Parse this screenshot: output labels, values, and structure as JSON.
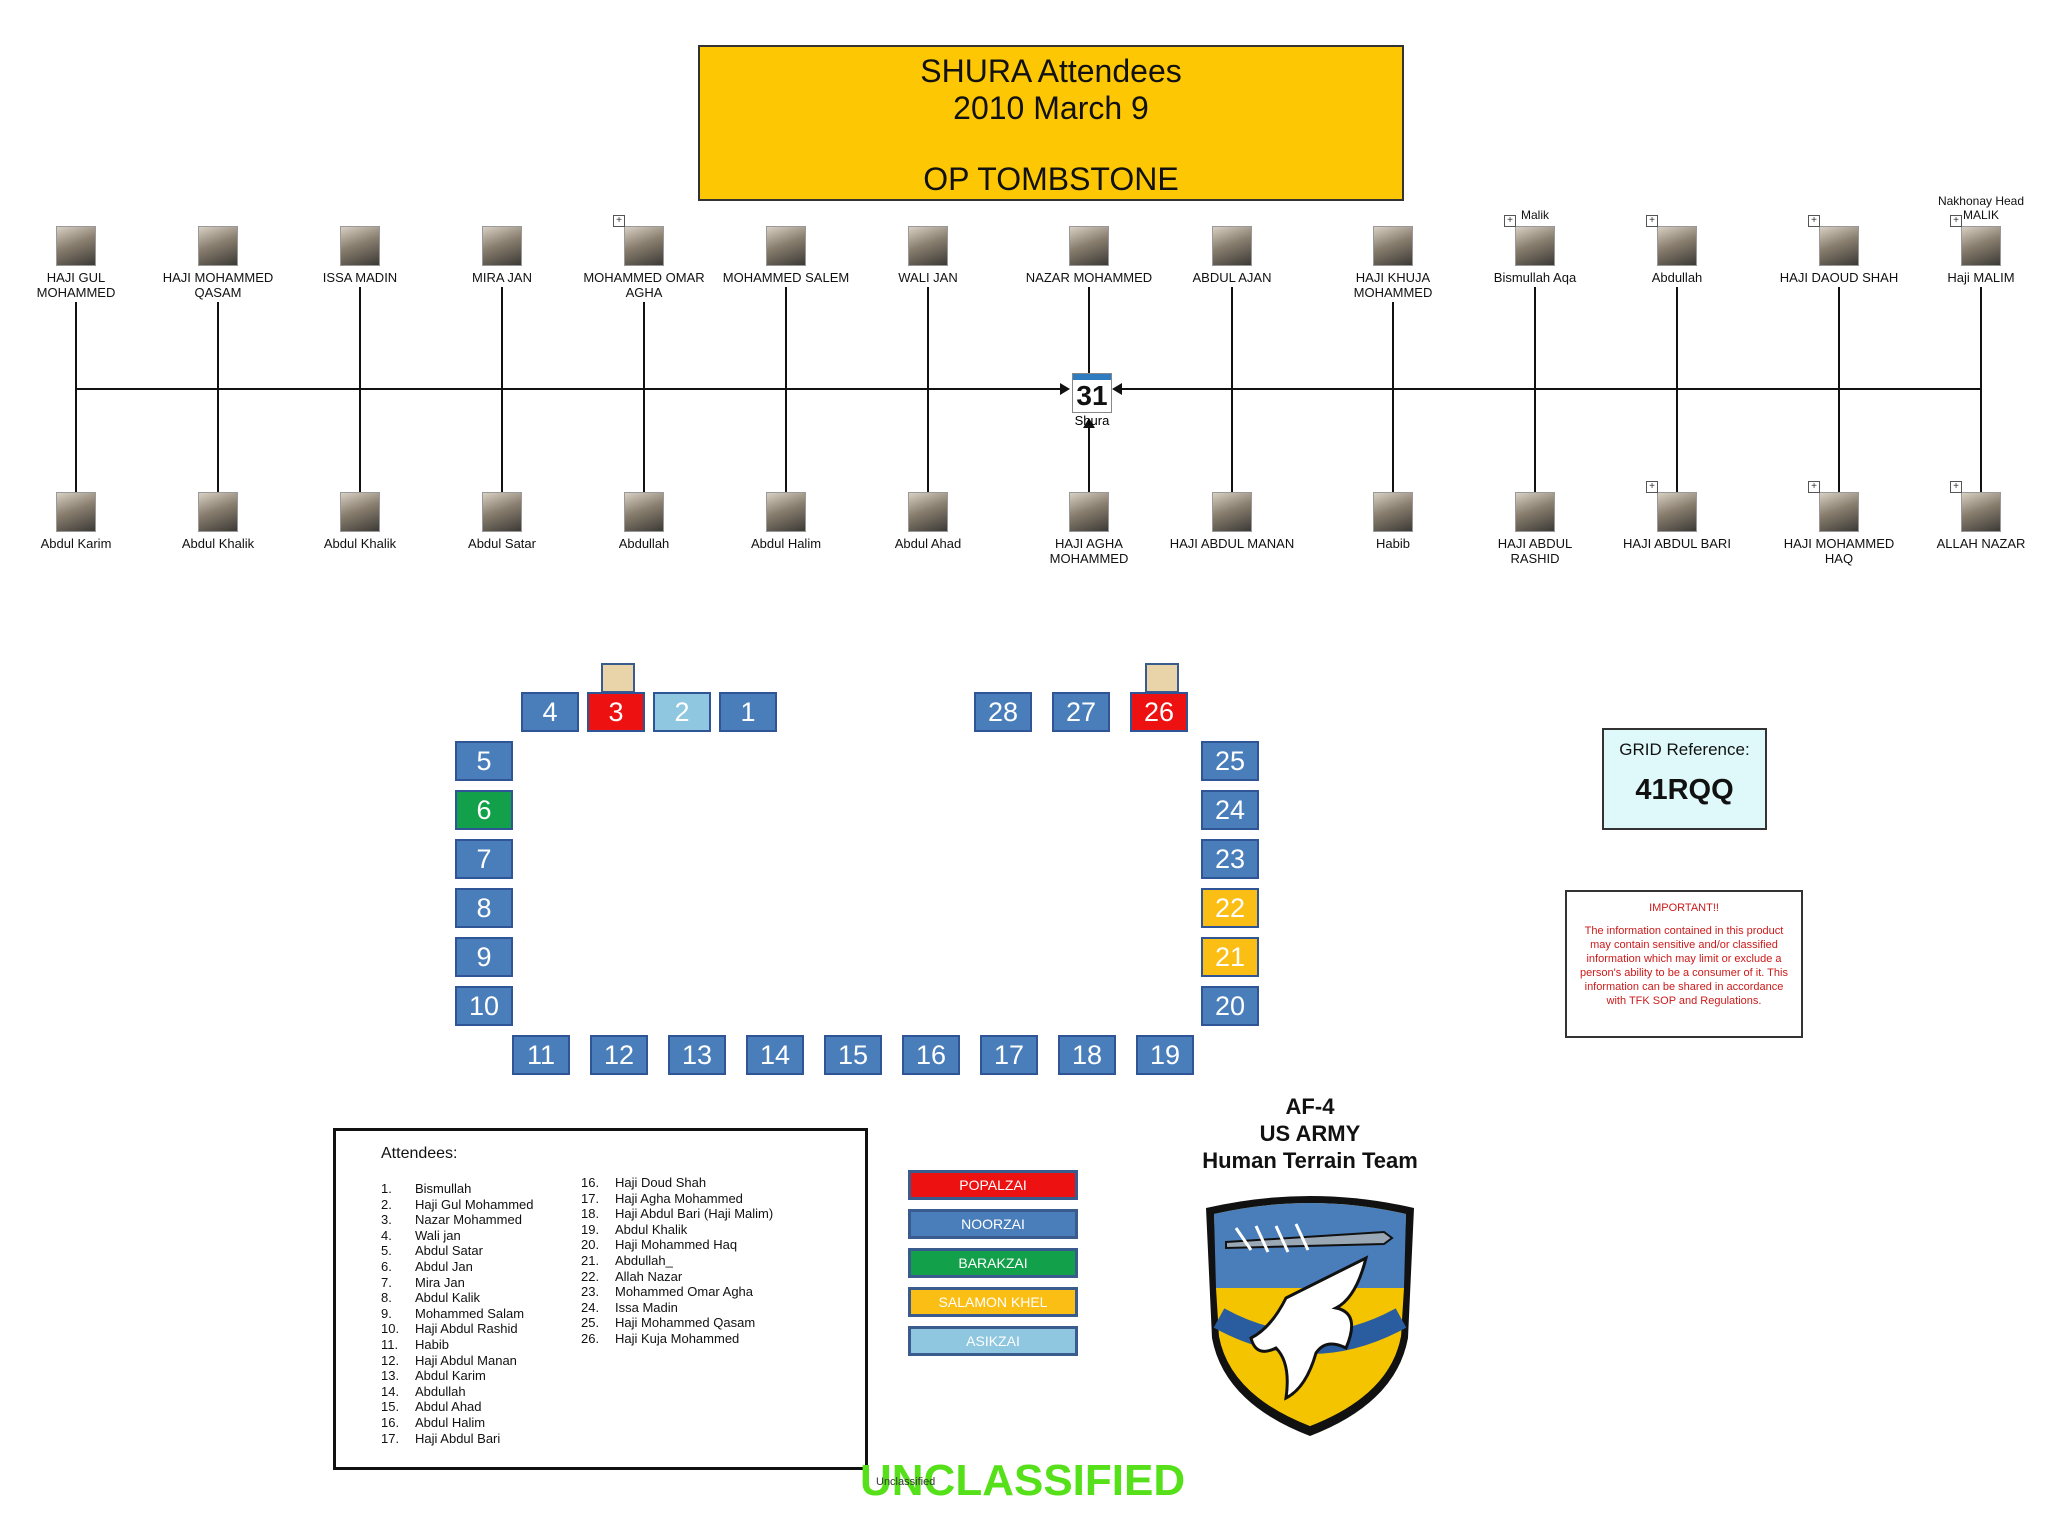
{
  "title": {
    "line1": "SHURA Attendees",
    "line2": "2010 March 9",
    "line3": "OP TOMBSTONE"
  },
  "shura": {
    "number": "31",
    "label": "Shura"
  },
  "top_nodes": [
    {
      "name": "HAJI GUL\nMOHAMMED",
      "role": "",
      "plus": false
    },
    {
      "name": "HAJI MOHAMMED\nQASAM",
      "role": "",
      "plus": false
    },
    {
      "name": "ISSA MADIN",
      "role": "",
      "plus": false
    },
    {
      "name": "MIRA JAN",
      "role": "",
      "plus": false
    },
    {
      "name": "MOHAMMED OMAR\nAGHA",
      "role": "",
      "plus": true
    },
    {
      "name": "MOHAMMED SALEM",
      "role": "",
      "plus": false
    },
    {
      "name": "WALI JAN",
      "role": "",
      "plus": false
    },
    {
      "name": "NAZAR MOHAMMED",
      "role": "",
      "plus": false
    },
    {
      "name": "ABDUL AJAN",
      "role": "",
      "plus": false
    },
    {
      "name": "HAJI KHUJA\nMOHAMMED",
      "role": "",
      "plus": false
    },
    {
      "name": "Bismullah Aqa",
      "role": "Malik",
      "plus": true
    },
    {
      "name": "Abdullah",
      "role": "",
      "plus": true
    },
    {
      "name": "HAJI DAOUD SHAH",
      "role": "",
      "plus": true
    },
    {
      "name": "Haji MALIM",
      "role": "Nakhonay Head\nMALIK",
      "plus": true
    }
  ],
  "bottom_nodes": [
    {
      "name": "Abdul Karim",
      "plus": false
    },
    {
      "name": "Abdul Khalik",
      "plus": false
    },
    {
      "name": "Abdul Khalik",
      "plus": false
    },
    {
      "name": "Abdul Satar",
      "plus": false
    },
    {
      "name": "Abdullah",
      "plus": false
    },
    {
      "name": "Abdul Halim",
      "plus": false
    },
    {
      "name": "Abdul Ahad",
      "plus": false
    },
    {
      "name": "HAJI AGHA\nMOHAMMED",
      "plus": false
    },
    {
      "name": "HAJI ABDUL MANAN",
      "plus": false
    },
    {
      "name": "Habib",
      "plus": false
    },
    {
      "name": "HAJI ABDUL\nRASHID",
      "plus": false
    },
    {
      "name": "HAJI ABDUL BARI",
      "plus": true
    },
    {
      "name": "HAJI MOHAMMED\nHAQ",
      "plus": true
    },
    {
      "name": "ALLAH NAZAR",
      "plus": true
    }
  ],
  "seats": [
    {
      "n": "4",
      "tribe": "noorzai"
    },
    {
      "n": "3",
      "tribe": "popalzai"
    },
    {
      "n": "2",
      "tribe": "asikzai"
    },
    {
      "n": "1",
      "tribe": "noorzai"
    },
    {
      "n": "28",
      "tribe": "noorzai"
    },
    {
      "n": "27",
      "tribe": "noorzai"
    },
    {
      "n": "26",
      "tribe": "popalzai"
    },
    {
      "n": "5",
      "tribe": "noorzai"
    },
    {
      "n": "6",
      "tribe": "barakzai"
    },
    {
      "n": "7",
      "tribe": "noorzai"
    },
    {
      "n": "8",
      "tribe": "noorzai"
    },
    {
      "n": "9",
      "tribe": "noorzai"
    },
    {
      "n": "10",
      "tribe": "noorzai"
    },
    {
      "n": "25",
      "tribe": "noorzai"
    },
    {
      "n": "24",
      "tribe": "noorzai"
    },
    {
      "n": "23",
      "tribe": "noorzai"
    },
    {
      "n": "22",
      "tribe": "salamon"
    },
    {
      "n": "21",
      "tribe": "salamon"
    },
    {
      "n": "20",
      "tribe": "noorzai"
    },
    {
      "n": "11",
      "tribe": "noorzai"
    },
    {
      "n": "12",
      "tribe": "noorzai"
    },
    {
      "n": "13",
      "tribe": "noorzai"
    },
    {
      "n": "14",
      "tribe": "noorzai"
    },
    {
      "n": "15",
      "tribe": "noorzai"
    },
    {
      "n": "16",
      "tribe": "noorzai"
    },
    {
      "n": "17",
      "tribe": "noorzai"
    },
    {
      "n": "18",
      "tribe": "noorzai"
    },
    {
      "n": "19",
      "tribe": "noorzai"
    }
  ],
  "colors": {
    "popalzai": "#ee1111",
    "noorzai": "#4a7ebb",
    "barakzai": "#12a04a",
    "salamon": "#fbbe14",
    "asikzai": "#8fc6e0",
    "title_bg": "#fdc703",
    "unclassified": "#55e01a"
  },
  "grid": {
    "label": "GRID Reference:",
    "value": "41RQQ"
  },
  "important": {
    "title": "IMPORTANT!!",
    "text": "The information contained in this product may contain sensitive and/or classified information which may limit or exclude a person's ability to be a consumer of it.  This information can be shared in accordance with TFK SOP and Regulations."
  },
  "attendees": {
    "title": "Attendees:",
    "col1": [
      {
        "n": "1.",
        "name": "Bismullah"
      },
      {
        "n": "2.",
        "name": "Haji Gul Mohammed"
      },
      {
        "n": "3.",
        "name": "Nazar Mohammed"
      },
      {
        "n": "4.",
        "name": "Wali jan"
      },
      {
        "n": "5.",
        "name": "Abdul Satar"
      },
      {
        "n": "6.",
        "name": "Abdul Jan"
      },
      {
        "n": "7.",
        "name": "Mira Jan"
      },
      {
        "n": "8.",
        "name": "Abdul Kalik"
      },
      {
        "n": "9.",
        "name": "Mohammed Salam"
      },
      {
        "n": "10.",
        "name": "Haji Abdul Rashid"
      },
      {
        "n": "11.",
        "name": "Habib"
      },
      {
        "n": "12.",
        "name": "Haji Abdul Manan"
      },
      {
        "n": "13.",
        "name": "Abdul Karim"
      },
      {
        "n": "14.",
        "name": "Abdullah"
      },
      {
        "n": "15.",
        "name": "Abdul Ahad"
      },
      {
        "n": "16.",
        "name": "Abdul Halim"
      },
      {
        "n": "17.",
        "name": "Haji Abdul Bari"
      }
    ],
    "col2": [
      {
        "n": "16.",
        "name": "Haji Doud Shah"
      },
      {
        "n": "17.",
        "name": "Haji Agha Mohammed"
      },
      {
        "n": "18.",
        "name": "Haji Abdul Bari (Haji Malim)"
      },
      {
        "n": "19.",
        "name": "Abdul Khalik"
      },
      {
        "n": "20.",
        "name": "Haji Mohammed Haq"
      },
      {
        "n": "21.",
        "name": "Abdullah_"
      },
      {
        "n": "22.",
        "name": "Allah Nazar"
      },
      {
        "n": "23.",
        "name": "Mohammed Omar Agha"
      },
      {
        "n": "24.",
        "name": "Issa Madin"
      },
      {
        "n": "25.",
        "name": "Haji Mohammed Qasam"
      },
      {
        "n": "26.",
        "name": "Haji Kuja Mohammed"
      }
    ]
  },
  "legend": [
    {
      "label": "POPALZAI",
      "tribe": "popalzai"
    },
    {
      "label": "NOORZAI",
      "tribe": "noorzai"
    },
    {
      "label": "BARAKZAI",
      "tribe": "barakzai"
    },
    {
      "label": "SALAMON KHEL",
      "tribe": "salamon"
    },
    {
      "label": "ASIKZAI",
      "tribe": "asikzai"
    }
  ],
  "unit": {
    "line1": "AF-4",
    "line2": "US ARMY",
    "line3": "Human Terrain Team"
  },
  "footer": {
    "classification": "UNCLASSIFIED",
    "tiny": "Unclassified"
  }
}
